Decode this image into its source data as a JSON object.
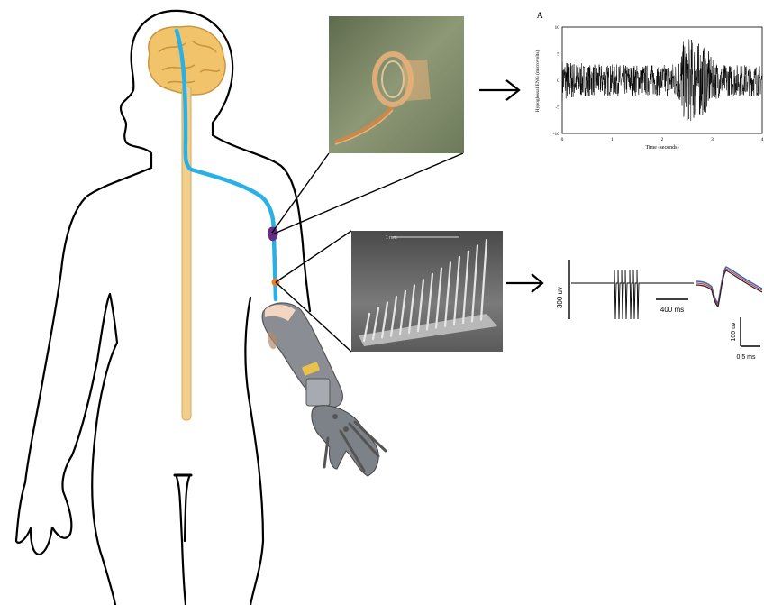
{
  "colors": {
    "background": "#ffffff",
    "body_outline": "#000000",
    "brain": "#f1c46b",
    "spinal_cord": "#f0cf8e",
    "nerve": "#2ab0e4",
    "cuff_marker": "#6a2a8a",
    "array_marker": "#e8822a",
    "cuff_photo": "#7a8a66",
    "array_photo": "#6e6e6e",
    "prosthesis": "#8a8e94",
    "trace": "#000000",
    "spike_blue": "#2b6cc8",
    "spike_red": "#d23a3a"
  },
  "icons": [
    "brain-icon",
    "prosthetic-hand-icon",
    "arrow-right-icon"
  ],
  "panel_a": {
    "label": "A",
    "ylabel": "Hypoglossal ENG (microvolts)",
    "xlabel": "Time (seconds)",
    "yticks": [
      "10",
      "5",
      "0",
      "-5",
      "-10"
    ],
    "xticks": [
      "0",
      "1",
      "2",
      "3",
      "4"
    ]
  },
  "panel_b": {
    "scale_vertical": "300 uv",
    "scale_horizontal": "400 ms"
  },
  "panel_c": {
    "scale_vertical": "100 uv",
    "scale_horizontal": "0.5 ms"
  },
  "array_image": {
    "scale_text": "1 mm"
  },
  "chart_data": [
    {
      "type": "line",
      "title": "",
      "xlabel": "Time (seconds)",
      "ylabel": "Hypoglossal ENG (microvolts)",
      "xlim": [
        0,
        4
      ],
      "ylim": [
        -10,
        10
      ],
      "series": [
        {
          "x": [
            0,
            0.5,
            1.0,
            1.5,
            2.0,
            2.3,
            2.45,
            2.6,
            2.75,
            2.9,
            3.0,
            3.2,
            3.5,
            4.0
          ],
          "amplitude": [
            4,
            3,
            3,
            3,
            3,
            3.5,
            8,
            8,
            7,
            6,
            4,
            3,
            3,
            3
          ]
        }
      ]
    }
  ]
}
